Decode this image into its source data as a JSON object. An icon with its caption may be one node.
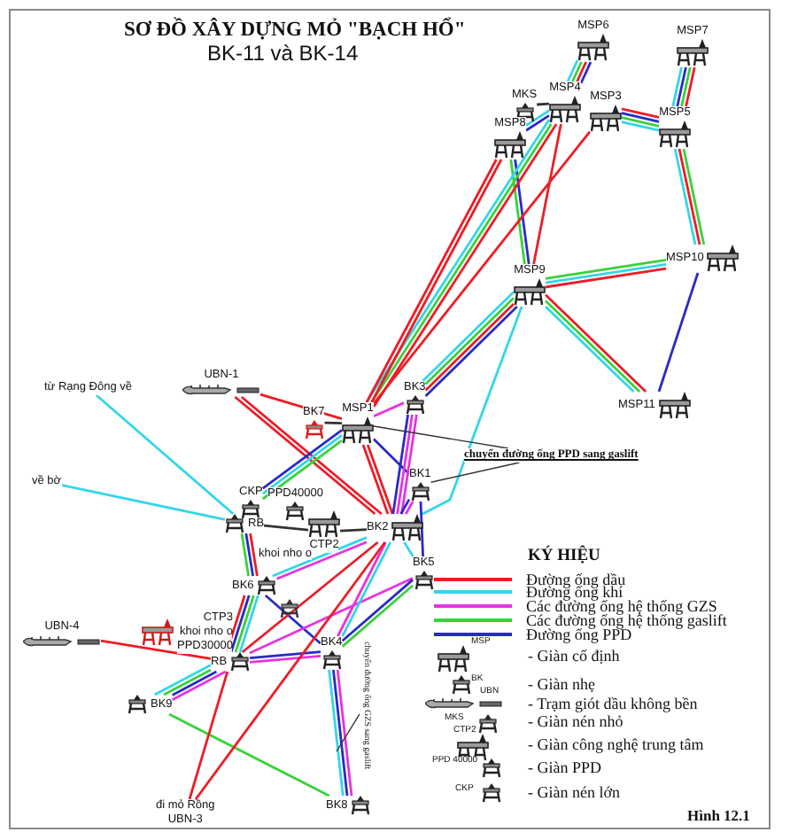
{
  "diagram": {
    "title": "SƠ ĐỒ XÂY DỰNG MỎ \"BẠCH HỔ\"",
    "nodes": [
      {
        "text": [
          "MSP6"
        ]
      },
      {
        "text": [
          "MSP7"
        ]
      },
      {
        "text": [
          "MKS"
        ]
      },
      {
        "text": [
          "MSP4"
        ]
      },
      {
        "text": [
          "MSP3"
        ]
      },
      {
        "text": [
          "MSP8"
        ]
      },
      {
        "text": [
          "MSP5"
        ]
      },
      {
        "text": [
          "MSP10"
        ]
      },
      {
        "text": [
          "MSP9"
        ]
      },
      {
        "text": [
          "MSP11"
        ]
      },
      {
        "text": [
          "BK3"
        ]
      },
      {
        "text": [
          "UBN-1"
        ]
      },
      {
        "text": [
          "từ Rạng Đông về"
        ]
      },
      {
        "text": [
          "BK7"
        ]
      },
      {
        "text": [
          "MSP1"
        ]
      },
      {
        "text": [
          "BK1"
        ]
      },
      {
        "text": [
          "về bờ"
        ]
      },
      {
        "text": [
          "CKP"
        ]
      },
      {
        "text": [
          "PPD40000"
        ]
      },
      {
        "text": [
          "RB"
        ]
      },
      {
        "text": [
          "CTP2"
        ]
      },
      {
        "text": [
          "BK2"
        ]
      },
      {
        "text": [
          "BK6"
        ]
      },
      {
        "text": [
          "BK5"
        ]
      },
      {
        "text": [
          "UBN-4"
        ]
      },
      {
        "text": [
          "CTP3",
          "khoi nho o",
          "PPD30000"
        ]
      },
      {
        "text": [
          "RB"
        ]
      },
      {
        "text": [
          "BK4"
        ]
      },
      {
        "text": [
          "BK9"
        ]
      },
      {
        "text": [
          "BK8"
        ]
      },
      {
        "text": [
          "đi mỏ Rồng",
          "UBN-3"
        ]
      },
      {
        "text": [
          "chuyển đường ống PPD sang gaslift"
        ]
      },
      {
        "text": [
          "chuyển đường ống GZS sang gaslift"
        ]
      }
    ],
    "edges": [
      {
        "from": 0,
        "to": 3,
        "arrow": "none",
        "color": "#2a2ac8"
      },
      {
        "from": 0,
        "to": 3,
        "arrow": "none",
        "color": "#ee1c25"
      },
      {
        "from": 0,
        "to": 3,
        "arrow": "none",
        "color": "#3ad13a"
      },
      {
        "from": 0,
        "to": 3,
        "arrow": "none",
        "color": "#33d6e8"
      },
      {
        "from": 1,
        "to": 6,
        "arrow": "none",
        "color": "#ee1c25"
      },
      {
        "from": 1,
        "to": 6,
        "arrow": "none",
        "color": "#3ad13a"
      },
      {
        "from": 1,
        "to": 6,
        "arrow": "none",
        "color": "#2a2ac8"
      },
      {
        "from": 1,
        "to": 6,
        "arrow": "none",
        "color": "#33d6e8"
      },
      {
        "from": 2,
        "to": 3,
        "arrow": "none",
        "color": "#333333"
      },
      {
        "from": 4,
        "to": 6,
        "arrow": "none",
        "color": "#ee1c25"
      },
      {
        "from": 4,
        "to": 6,
        "arrow": "none",
        "color": "#2a2ac8"
      },
      {
        "from": 4,
        "to": 6,
        "arrow": "none",
        "color": "#3ad13a"
      },
      {
        "from": 4,
        "to": 6,
        "arrow": "none",
        "color": "#33d6e8"
      },
      {
        "from": 6,
        "to": 7,
        "arrow": "none",
        "color": "#3ad13a"
      },
      {
        "from": 6,
        "to": 7,
        "arrow": "none",
        "color": "#ee1c25"
      },
      {
        "from": 6,
        "to": 7,
        "arrow": "none",
        "color": "#33d6e8"
      },
      {
        "from": 7,
        "to": 8,
        "arrow": "none",
        "color": "#ee1c25"
      },
      {
        "from": 7,
        "to": 8,
        "arrow": "none",
        "color": "#33d6e8"
      },
      {
        "from": 7,
        "to": 8,
        "arrow": "none",
        "color": "#3ad13a"
      },
      {
        "from": 7,
        "to": 9,
        "arrow": "none",
        "color": "#2a2ac8"
      },
      {
        "from": 5,
        "to": 8,
        "arrow": "none",
        "color": "#2a2ac8"
      },
      {
        "from": 5,
        "to": 8,
        "arrow": "none",
        "color": "#3ad13a"
      },
      {
        "from": 3,
        "to": 8,
        "arrow": "none",
        "color": "#ee1c25"
      },
      {
        "from": 3,
        "to": 5,
        "arrow": "none",
        "color": "#2a2ac8"
      },
      {
        "from": 3,
        "to": 5,
        "arrow": "none",
        "color": "#33d6e8"
      },
      {
        "from": 3,
        "to": 14,
        "arrow": "none",
        "color": "#ee1c25"
      },
      {
        "from": 3,
        "to": 14,
        "arrow": "none",
        "color": "#3ad13a"
      },
      {
        "from": 3,
        "to": 14,
        "arrow": "none",
        "color": "#33d6e8"
      },
      {
        "from": 4,
        "to": 14,
        "arrow": "none",
        "color": "#ee1c25"
      },
      {
        "from": 5,
        "to": 14,
        "arrow": "none",
        "color": "#ee1c25"
      },
      {
        "from": 5,
        "to": 14,
        "arrow": "none",
        "color": "#ee1c25"
      },
      {
        "from": 8,
        "to": 9,
        "arrow": "none",
        "color": "#ee1c25"
      },
      {
        "from": 8,
        "to": 9,
        "arrow": "none",
        "color": "#3ad13a"
      },
      {
        "from": 8,
        "to": 9,
        "arrow": "none",
        "color": "#33d6e8"
      },
      {
        "from": 8,
        "to": 10,
        "arrow": "none",
        "color": "#2a2ac8"
      },
      {
        "from": 8,
        "to": 10,
        "arrow": "none",
        "color": "#ee1c25"
      },
      {
        "from": 8,
        "to": 10,
        "arrow": "none",
        "color": "#3ad13a"
      },
      {
        "from": 8,
        "to": 10,
        "arrow": "none",
        "color": "#33d6e8"
      },
      {
        "from": 8,
        "to": 21,
        "arrow": "none",
        "color": "#33d6e8"
      },
      {
        "from": 11,
        "to": 14,
        "arrow": "none",
        "color": "#ee1c25"
      },
      {
        "from": 11,
        "to": 21,
        "arrow": "none",
        "color": "#ee1c25"
      },
      {
        "from": 11,
        "to": 21,
        "arrow": "none",
        "color": "#ee1c25"
      },
      {
        "from": 13,
        "to": 14,
        "arrow": "none",
        "color": "#333333"
      },
      {
        "from": 14,
        "to": 17,
        "arrow": "none",
        "color": "#3ad13a"
      },
      {
        "from": 14,
        "to": 17,
        "arrow": "none",
        "color": "#33d6e8"
      },
      {
        "from": 14,
        "to": 17,
        "arrow": "none",
        "color": "#2a2ac8"
      },
      {
        "from": 14,
        "to": 21,
        "arrow": "none",
        "color": "#ee1c25"
      },
      {
        "from": 14,
        "to": 21,
        "arrow": "none",
        "color": "#ee1c25"
      },
      {
        "from": 14,
        "to": 15,
        "arrow": "none",
        "color": "#2a2ac8"
      },
      {
        "from": 10,
        "to": 21,
        "arrow": "none",
        "color": "#e633e0"
      },
      {
        "from": 10,
        "to": 21,
        "arrow": "none",
        "color": "#e633e0"
      },
      {
        "from": 10,
        "to": 21,
        "arrow": "none",
        "color": "#2a2ac8"
      },
      {
        "from": 10,
        "to": 14,
        "arrow": "none",
        "color": "#e633e0"
      },
      {
        "from": 15,
        "to": 21,
        "arrow": "none",
        "color": "#e633e0"
      },
      {
        "from": 15,
        "to": 21,
        "arrow": "none",
        "color": "#2a2ac8"
      },
      {
        "from": 15,
        "to": 23,
        "arrow": "none",
        "color": "#2a2ac8"
      },
      {
        "from": 21,
        "to": 23,
        "arrow": "none",
        "color": "#33d6e8"
      },
      {
        "from": 12,
        "to": 19,
        "arrow": "none",
        "color": "#33d6e8"
      },
      {
        "from": 16,
        "to": 19,
        "arrow": "none",
        "color": "#33d6e8"
      },
      {
        "from": 19,
        "to": 20,
        "arrow": "none",
        "color": "#333333"
      },
      {
        "from": 20,
        "to": 21,
        "arrow": "none",
        "color": "#333333"
      },
      {
        "from": 19,
        "to": 22,
        "arrow": "none",
        "color": "#ee1c25"
      },
      {
        "from": 19,
        "to": 22,
        "arrow": "none",
        "color": "#2a2ac8"
      },
      {
        "from": 19,
        "to": 22,
        "arrow": "none",
        "color": "#3ad13a"
      },
      {
        "from": 22,
        "to": 21,
        "arrow": "none",
        "color": "#e633e0"
      },
      {
        "from": 22,
        "to": 21,
        "arrow": "none",
        "color": "#33d6e8"
      },
      {
        "from": 22,
        "to": 27,
        "arrow": "none",
        "color": "#2a2ac8"
      },
      {
        "from": 26,
        "to": 22,
        "arrow": "none",
        "color": "#33d6e8"
      },
      {
        "from": 26,
        "to": 22,
        "arrow": "none",
        "color": "#3ad13a"
      },
      {
        "from": 26,
        "to": 22,
        "arrow": "none",
        "color": "#2a2ac8"
      },
      {
        "from": 26,
        "to": 22,
        "arrow": "none",
        "color": "#ee1c25"
      },
      {
        "from": 24,
        "to": 26,
        "arrow": "none",
        "color": "#ee1c25"
      },
      {
        "from": 26,
        "to": 27,
        "arrow": "none",
        "color": "#2a2ac8"
      },
      {
        "from": 26,
        "to": 27,
        "arrow": "none",
        "color": "#e633e0"
      },
      {
        "from": 26,
        "to": 21,
        "arrow": "none",
        "color": "#ee1c25"
      },
      {
        "from": 26,
        "to": 23,
        "arrow": "none",
        "color": "#e633e0"
      },
      {
        "from": 26,
        "to": 28,
        "arrow": "none",
        "color": "#e633e0"
      },
      {
        "from": 26,
        "to": 28,
        "arrow": "none",
        "color": "#2a2ac8"
      },
      {
        "from": 26,
        "to": 28,
        "arrow": "none",
        "color": "#3ad13a"
      },
      {
        "from": 26,
        "to": 28,
        "arrow": "none",
        "color": "#33d6e8"
      },
      {
        "from": 28,
        "to": 29,
        "arrow": "none",
        "color": "#3ad13a"
      },
      {
        "from": 27,
        "to": 29,
        "arrow": "none",
        "color": "#e633e0"
      },
      {
        "from": 27,
        "to": 29,
        "arrow": "none",
        "color": "#2a2ac8"
      },
      {
        "from": 27,
        "to": 29,
        "arrow": "none",
        "color": "#33d6e8"
      },
      {
        "from": 27,
        "to": 23,
        "arrow": "none",
        "color": "#3ad13a"
      },
      {
        "from": 27,
        "to": 23,
        "arrow": "none",
        "color": "#2a2ac8"
      },
      {
        "from": 27,
        "to": 21,
        "arrow": "none",
        "color": "#33d6e8"
      },
      {
        "from": 27,
        "to": 21,
        "arrow": "none",
        "color": "#e633e0"
      },
      {
        "from": 30,
        "to": 26,
        "arrow": "none",
        "color": "#ee1c25"
      },
      {
        "from": 30,
        "to": 21,
        "arrow": "none",
        "color": "#ee1c25"
      },
      {
        "from": 31,
        "to": 14,
        "arrow": "none",
        "color": "#333333"
      },
      {
        "from": 31,
        "to": 15,
        "arrow": "none",
        "color": "#333333"
      },
      {
        "from": 32,
        "to": null,
        "arrow": "none",
        "color": "#333333"
      }
    ],
    "labels": [
      "BK-11 và BK-14",
      "khoi nho o",
      "KÝ HIỆU",
      "MSP",
      "BK",
      "UBN",
      "MKS",
      "CTP2",
      "PPD 40000",
      "CKP",
      "Hình 12.1"
    ],
    "legend": [
      {
        "text": "Đường ống dầu",
        "color": "#ee1c25"
      },
      {
        "text": "Đường ống khí",
        "color": "#33d6e8"
      },
      {
        "text": "Các đường ống hệ thống GZS",
        "color": "#e633e0"
      },
      {
        "text": "Các đường ống hệ thống gaslift",
        "color": "#3ad13a"
      },
      {
        "text": "Đường ống PPD",
        "color": "#2a2ac8"
      },
      {
        "text": "- Giàn cố định"
      },
      {
        "text": "- Giàn nhẹ"
      },
      {
        "text": "- Trạm giót dầu không bền"
      },
      {
        "text": "- Giàn nén nhỏ"
      },
      {
        "text": "- Giàn công nghệ trung tâm"
      },
      {
        "text": "- Giàn PPD"
      },
      {
        "text": "- Giàn nén lớn"
      }
    ]
  }
}
